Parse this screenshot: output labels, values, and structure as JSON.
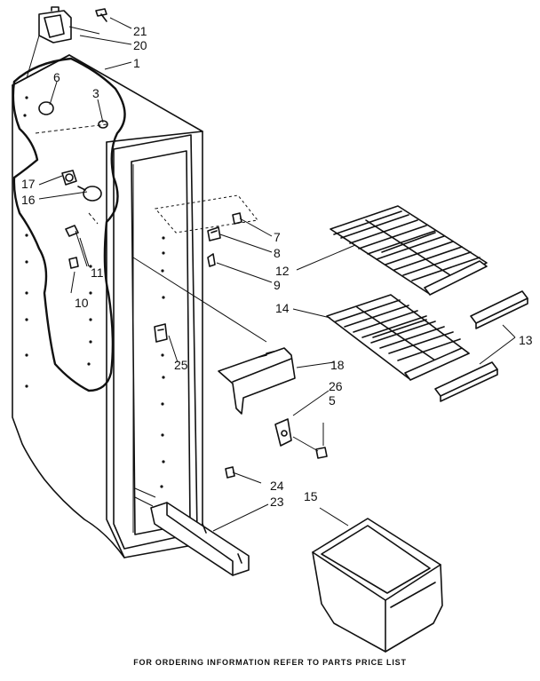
{
  "callouts": {
    "c1": "1",
    "c3": "3",
    "c5": "5",
    "c6": "6",
    "c7": "7",
    "c8": "8",
    "c9": "9",
    "c10": "10",
    "c11": "11",
    "c12": "12",
    "c13": "13",
    "c14": "14",
    "c15": "15",
    "c16": "16",
    "c17": "17",
    "c18": "18",
    "c20": "20",
    "c21": "21",
    "c23": "23",
    "c24": "24",
    "c25": "25",
    "c26": "26"
  },
  "footer": "FOR ORDERING INFORMATION REFER TO PARTS PRICE LIST"
}
